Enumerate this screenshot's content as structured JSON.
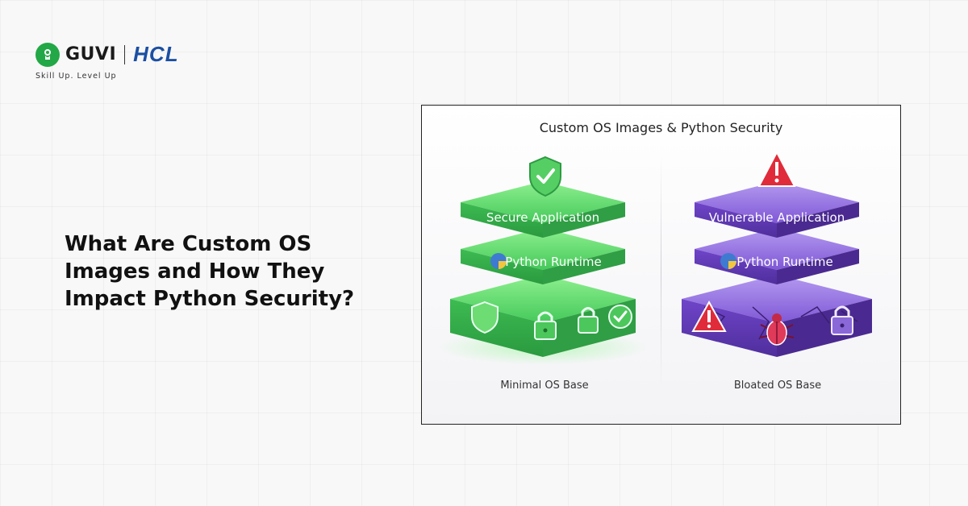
{
  "brand": {
    "guvi": "GUVI",
    "hcl": "HCL",
    "tagline": "Skill Up. Level Up"
  },
  "headline": {
    "line1": "What Are Custom OS",
    "line2": "Images and How They",
    "line3": "Impact Python Security?"
  },
  "figure": {
    "title": "Custom OS Images & Python Security",
    "left": {
      "top_layer": "Secure Application",
      "middle_layer": "Python Runtime",
      "caption": "Minimal OS Base"
    },
    "right": {
      "top_layer": "Vulnerable Application",
      "middle_layer": "Python Runtime",
      "caption": "Bloated OS Base"
    }
  },
  "colors": {
    "green": "#3ecb5a",
    "purple": "#7a4fd0",
    "guvi_green": "#22a846",
    "hcl_blue": "#1b4fa3"
  },
  "icons": [
    "shield-check-icon",
    "python-logo-icon",
    "lock-icon",
    "check-circle-icon",
    "warning-icon",
    "bug-icon"
  ]
}
